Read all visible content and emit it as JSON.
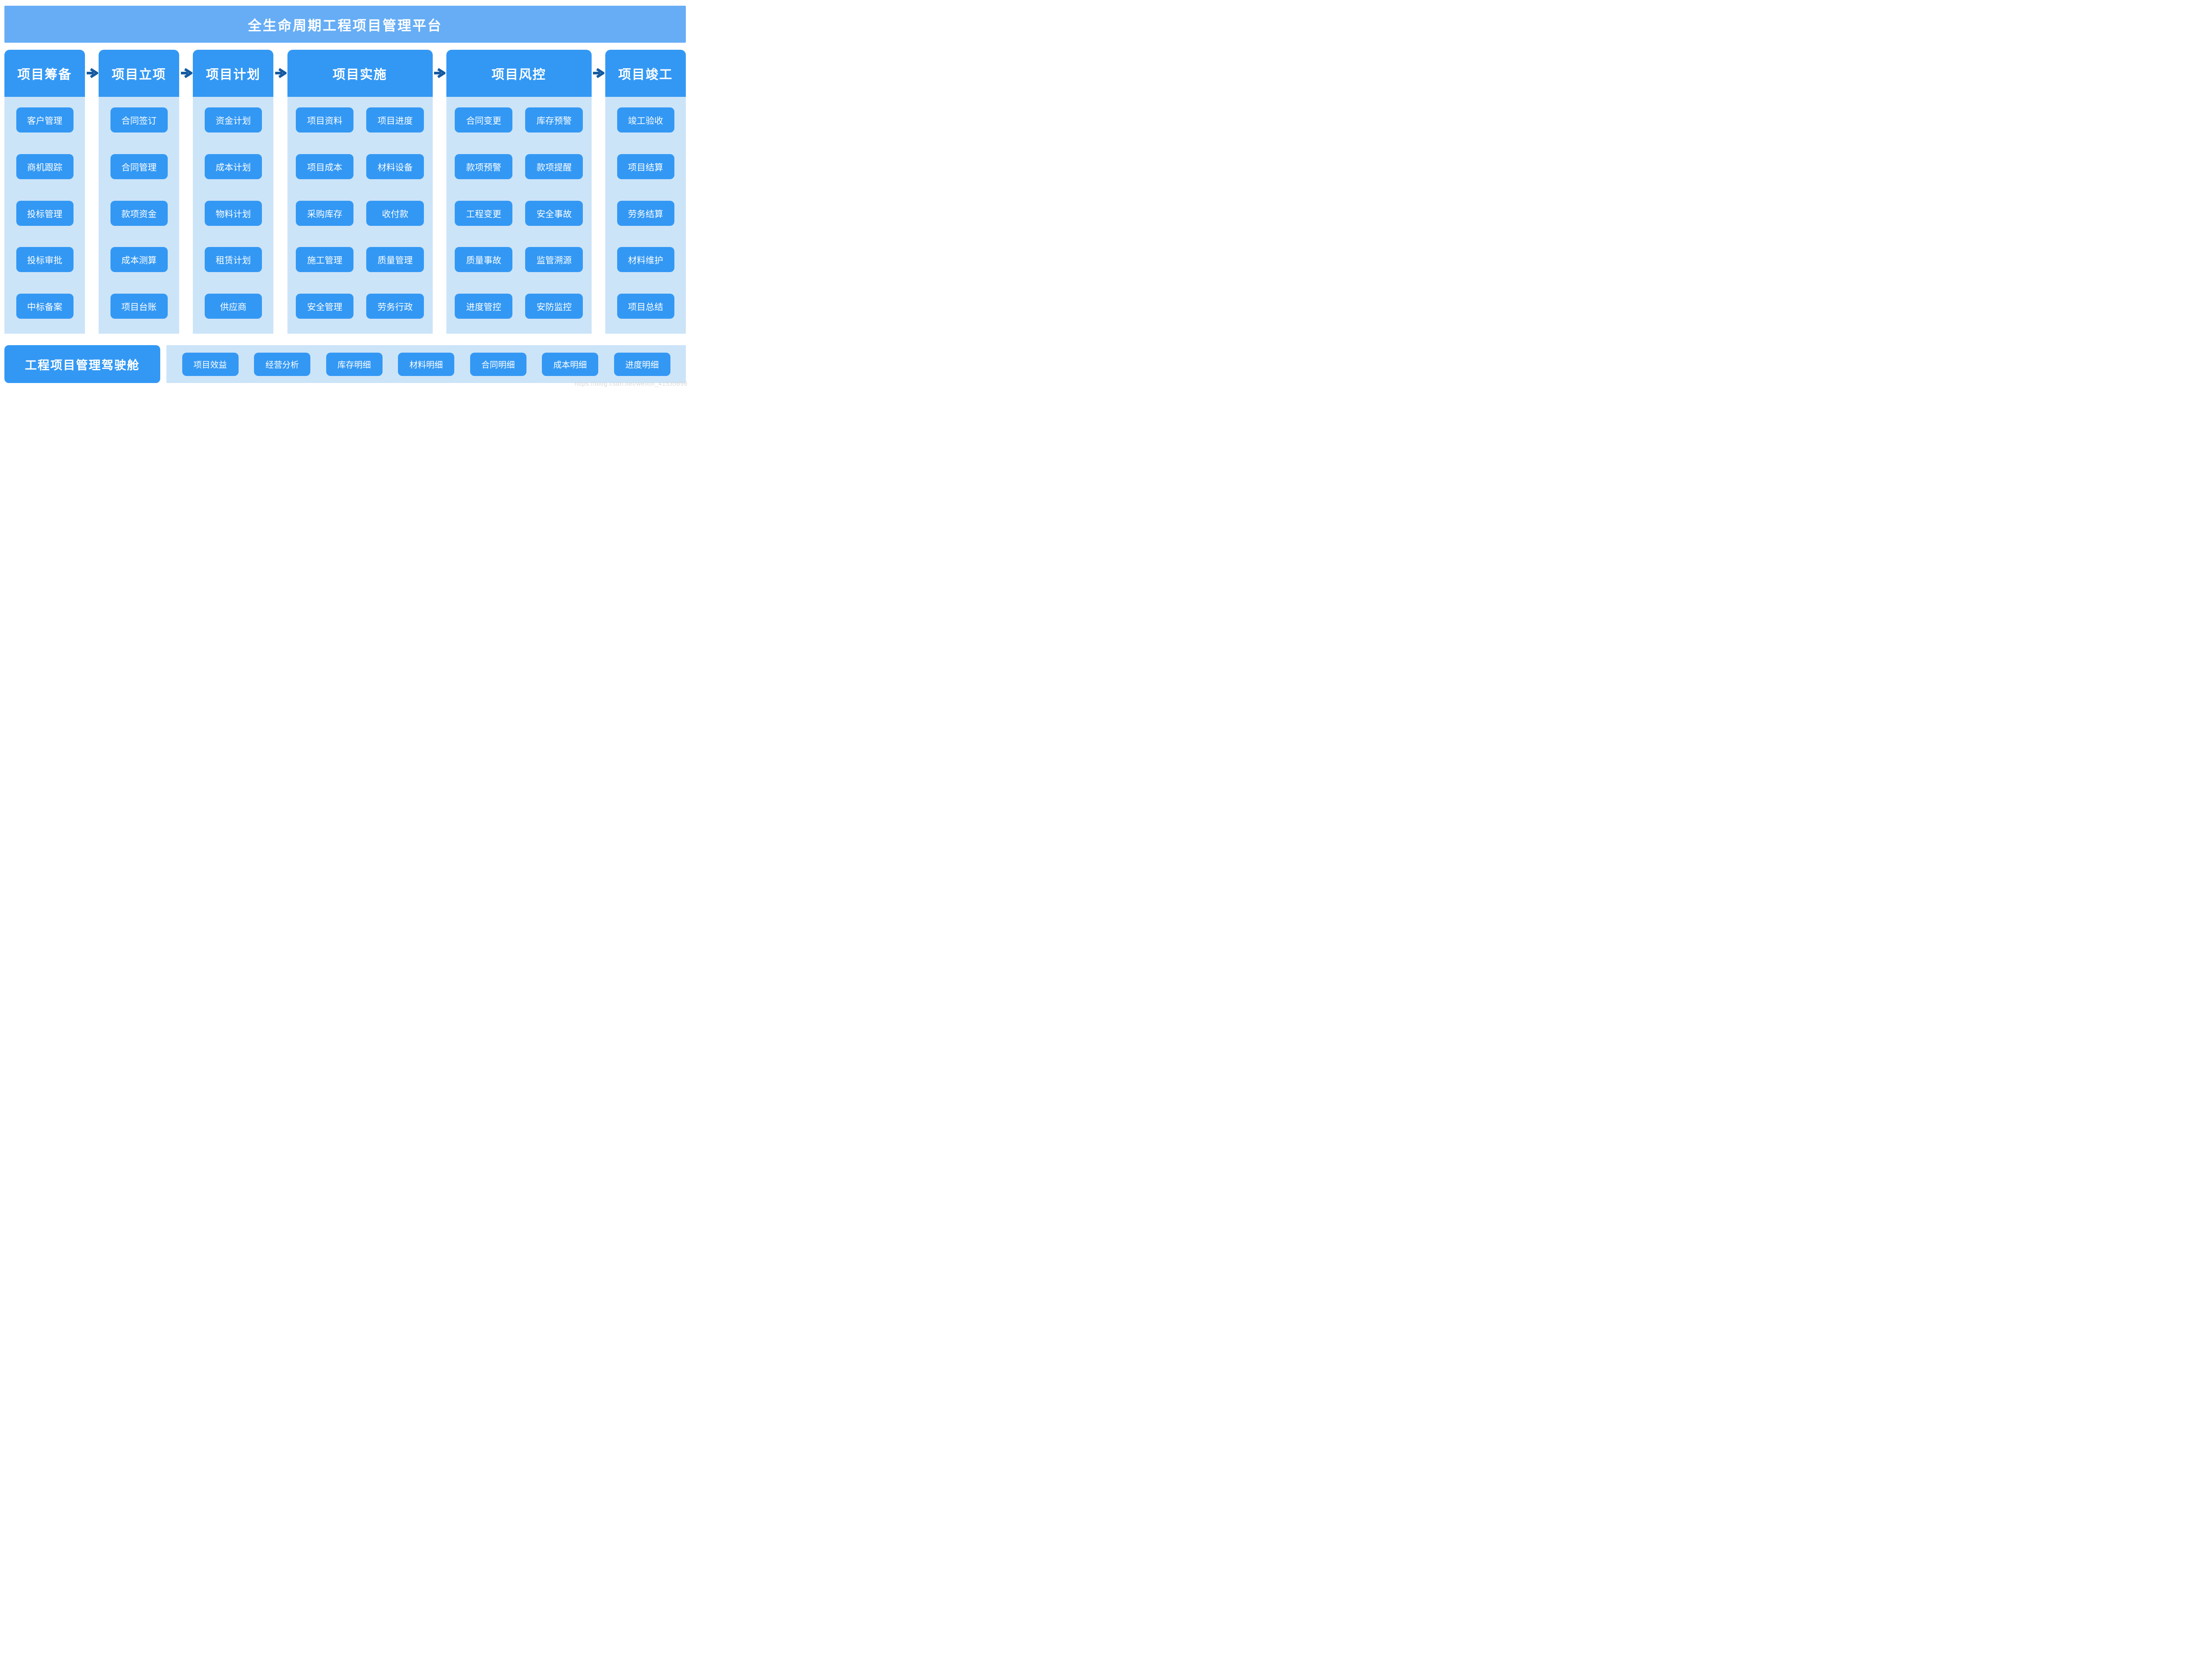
{
  "banner": {
    "title": "全生命周期工程项目管理平台"
  },
  "phases": [
    {
      "label": "项目筹备",
      "items": [
        "客户管理",
        "商机跟踪",
        "投标管理",
        "投标审批",
        "中标备案"
      ]
    },
    {
      "label": "项目立项",
      "items": [
        "合同签订",
        "合同管理",
        "款项资金",
        "成本测算",
        "项目台账"
      ]
    },
    {
      "label": "项目计划",
      "items": [
        "资金计划",
        "成本计划",
        "物料计划",
        "租赁计划",
        "供应商"
      ]
    },
    {
      "label": "项目实施",
      "items": [
        "项目资料",
        "项目进度",
        "项目成本",
        "材料设备",
        "采购库存",
        "收付款",
        "施工管理",
        "质量管理",
        "安全管理",
        "劳务行政"
      ]
    },
    {
      "label": "项目风控",
      "items": [
        "合同变更",
        "库存预警",
        "款项预警",
        "款项提醒",
        "工程变更",
        "安全事故",
        "质量事故",
        "监管溯源",
        "进度管控",
        "安防监控"
      ]
    },
    {
      "label": "项目竣工",
      "items": [
        "竣工验收",
        "项目结算",
        "劳务结算",
        "材料维护",
        "项目总结"
      ]
    }
  ],
  "dashboard": {
    "title": "工程项目管理驾驶舱",
    "items": [
      "项目效益",
      "经营分析",
      "库存明细",
      "材料明细",
      "合同明细",
      "成本明细",
      "进度明细"
    ]
  },
  "watermark": "https://blog.csdn.net/weixin_41535696",
  "colors": {
    "banner_bg": "#66ADF5",
    "box_bg": "#3398F4",
    "panel_bg": "#CCE4F8",
    "arrow": "#155AA0",
    "watermark_text": "#D9D9D9"
  }
}
